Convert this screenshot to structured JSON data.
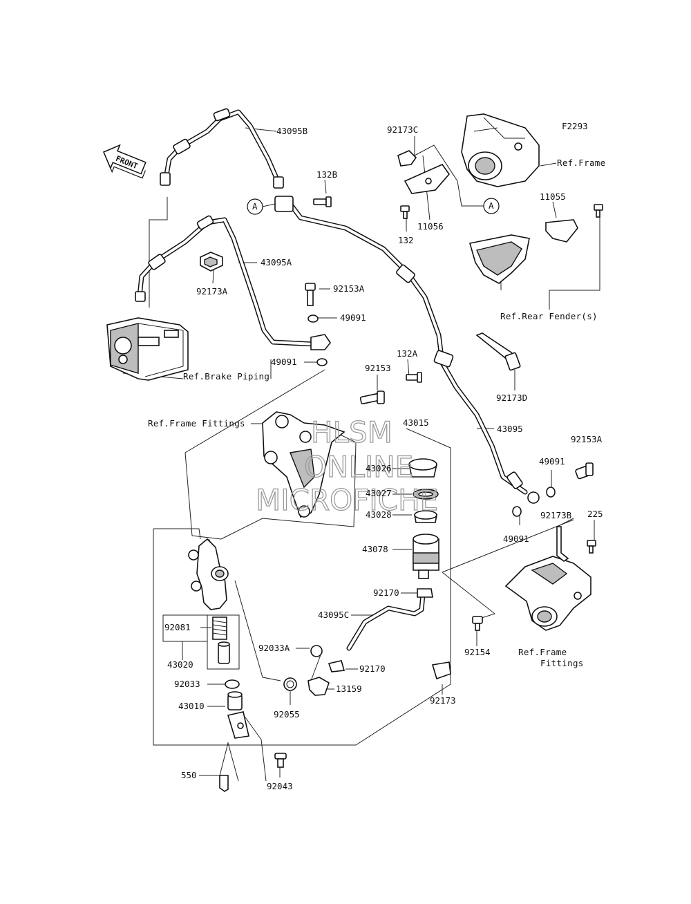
{
  "figure_code": "F2293",
  "front_label": "FRONT",
  "callout_letter": "A",
  "watermark": [
    "HLSM",
    "ONLINE",
    "MICROFICHE"
  ],
  "refs": {
    "frame": "Ref.Frame",
    "rear_fender": "Ref.Rear Fender(s)",
    "brake_piping": "Ref.Brake Piping",
    "frame_fittings": "Ref.Frame Fittings",
    "frame_fittings_l1": "Ref.Frame",
    "frame_fittings_l2": "Fittings"
  },
  "parts": {
    "p43095B": "43095B",
    "p132B": "132B",
    "p92173C": "92173C",
    "p11056": "11056",
    "p132": "132",
    "p11055": "11055",
    "p43095A": "43095A",
    "p92173A": "92173A",
    "p92153A_top": "92153A",
    "p49091_a": "49091",
    "p49091_b": "49091",
    "p92153": "92153",
    "p132A": "132A",
    "p92173D": "92173D",
    "p43015": "43015",
    "p43095": "43095",
    "p92153A_right": "92153A",
    "p49091_c": "49091",
    "p49091_d": "49091",
    "p43026": "43026",
    "p43027": "43027",
    "p43028": "43028",
    "p92173B": "92173B",
    "p225": "225",
    "p43078": "43078",
    "p92170_a": "92170",
    "p43095C": "43095C",
    "p92154": "92154",
    "p92081": "92081",
    "p43020": "43020",
    "p92033A": "92033A",
    "p92170_b": "92170",
    "p13159": "13159",
    "p92033": "92033",
    "p43010": "43010",
    "p92055": "92055",
    "p92173": "92173",
    "p550": "550",
    "p92043": "92043"
  }
}
